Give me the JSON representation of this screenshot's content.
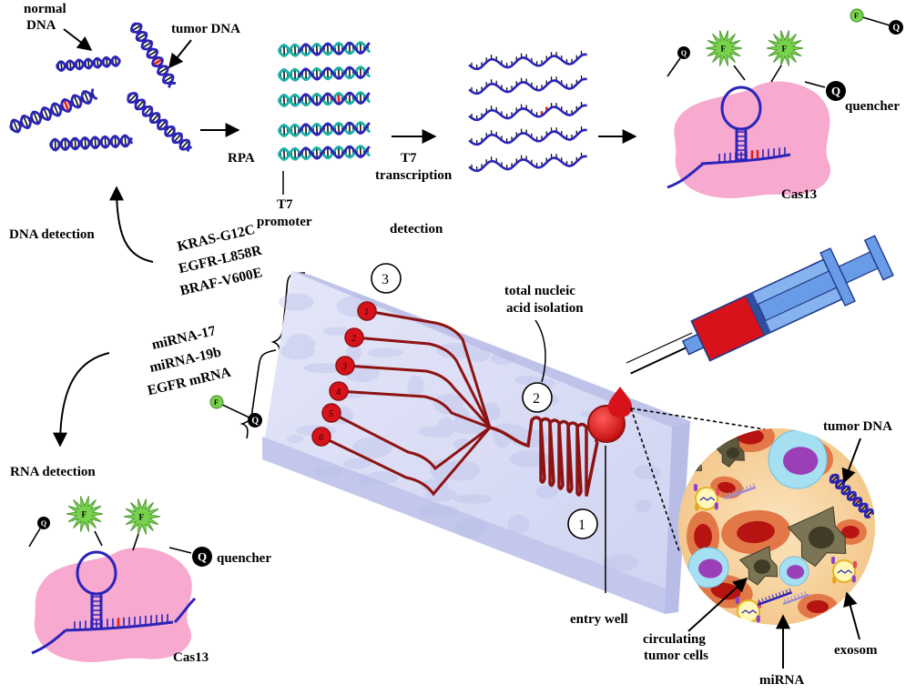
{
  "labels": {
    "normal_dna": [
      "normal",
      "DNA"
    ],
    "tumor_dna_top": "tumor DNA",
    "rpa": "RPA",
    "t7_promoter": [
      "T7",
      "promoter"
    ],
    "t7_transcription": [
      "T7",
      "transcription"
    ],
    "quencher_top": "quencher",
    "cas13_top": "Cas13",
    "dna_detection": "DNA detection",
    "detection": "detection",
    "total_nucleic_acid": [
      "total nucleic",
      "acid isolation"
    ],
    "rna_detection": "RNA detection",
    "quencher_bottom": "quencher",
    "cas13_bottom": "Cas13",
    "entry_well": "entry well",
    "circulating_tumor_cells": [
      "circulating",
      "tumor cells"
    ],
    "mirna": "miRNA",
    "exosom": "exosom",
    "tumor_dna_blood": "tumor DNA"
  },
  "targets_dna": [
    "KRAS-G12C",
    "EGFR-L858R",
    "BRAF-V600E"
  ],
  "targets_rna": [
    "miRNA-17",
    "miRNA-19b",
    "EGFR mRNA"
  ],
  "steps": {
    "one": "1",
    "two": "2",
    "three": "3"
  },
  "channels": [
    "1",
    "2",
    "3",
    "4",
    "5",
    "6"
  ],
  "reporter": {
    "fluor": "F",
    "quench": "Q"
  },
  "colors": {
    "dna_blue": "#2a24b8",
    "mutation_red": "#e0201c",
    "primer_teal": "#19b3a6",
    "cas13_pink": "#f7a9cf",
    "chip_face": "#d9dcf4",
    "channel": "#8d1313",
    "blood_red": "#d8121b",
    "syringe_blue": "#6a9be6",
    "fluor_green": "#79d24d",
    "bubble_bg": "#f9d9a8"
  }
}
